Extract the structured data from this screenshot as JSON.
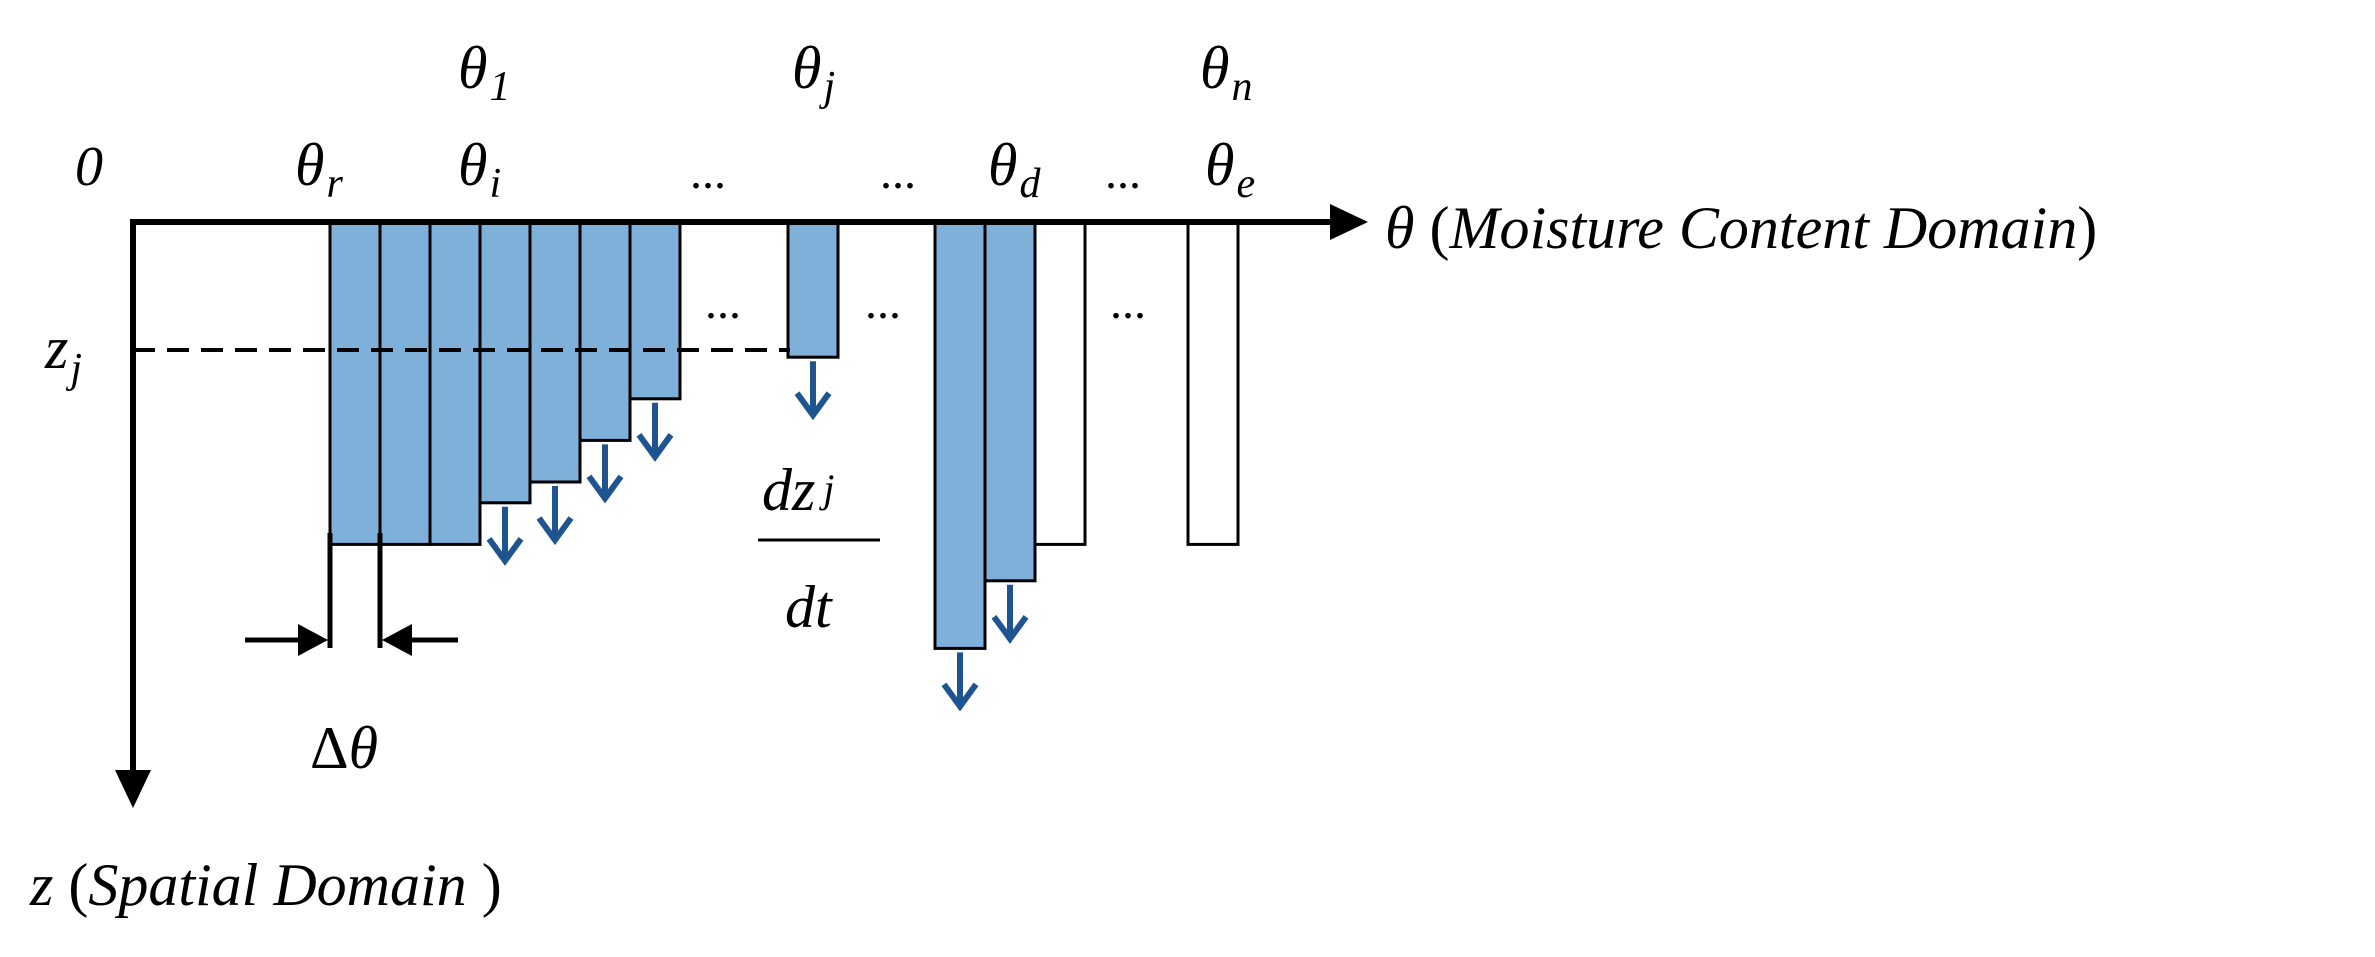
{
  "axes": {
    "origin_label": "0",
    "theta_axis": {
      "symbol": "θ",
      "open": " (",
      "name": "Moisture Content Domain",
      "close": ")"
    },
    "z_axis": {
      "symbol": "z",
      "open": " (",
      "name": "Spatial Domain",
      "close": " )"
    }
  },
  "top_labels": {
    "theta_1": {
      "base": "θ",
      "sub": "1"
    },
    "theta_j": {
      "base": "θ",
      "sub": "j"
    },
    "theta_n": {
      "base": "θ",
      "sub": "n"
    },
    "theta_r": {
      "base": "θ",
      "sub": "r"
    },
    "theta_i": {
      "base": "θ",
      "sub": "i"
    },
    "theta_d": {
      "base": "θ",
      "sub": "d"
    },
    "theta_e": {
      "base": "θ",
      "sub": "e"
    }
  },
  "ellipsis": "...",
  "z_j_label": {
    "base": "z",
    "sub": "j"
  },
  "delta_theta_label": {
    "base": "Δ",
    "sym": "θ"
  },
  "rate_label": {
    "num_base": "dz",
    "num_sub": "j",
    "den": "dt"
  },
  "colors": {
    "bin_fill": "#7EB0DA",
    "bin_stroke": "#000000",
    "arrow": "#1E5490",
    "axis": "#000000"
  },
  "bins": [
    {
      "id": "bin-r",
      "filled": true,
      "depth": 0.62,
      "arrow": false
    },
    {
      "id": "bin-r2",
      "filled": true,
      "depth": 0.62,
      "arrow": false
    },
    {
      "id": "bin-3",
      "filled": true,
      "depth": 0.62,
      "arrow": false
    },
    {
      "id": "bin-i",
      "filled": true,
      "depth": 0.54,
      "arrow": true
    },
    {
      "id": "bin-5",
      "filled": true,
      "depth": 0.5,
      "arrow": true
    },
    {
      "id": "bin-6",
      "filled": true,
      "depth": 0.42,
      "arrow": true
    },
    {
      "id": "bin-7",
      "filled": true,
      "depth": 0.34,
      "arrow": true
    },
    {
      "id": "bin-j",
      "filled": true,
      "depth": 0.26,
      "arrow": true
    },
    {
      "id": "bin-d1",
      "filled": true,
      "depth": 0.82,
      "arrow": true
    },
    {
      "id": "bin-d",
      "filled": true,
      "depth": 0.69,
      "arrow": true
    },
    {
      "id": "bin-d3",
      "filled": false,
      "depth": 0.62,
      "arrow": false
    },
    {
      "id": "bin-e",
      "filled": false,
      "depth": 0.62,
      "arrow": false
    }
  ]
}
